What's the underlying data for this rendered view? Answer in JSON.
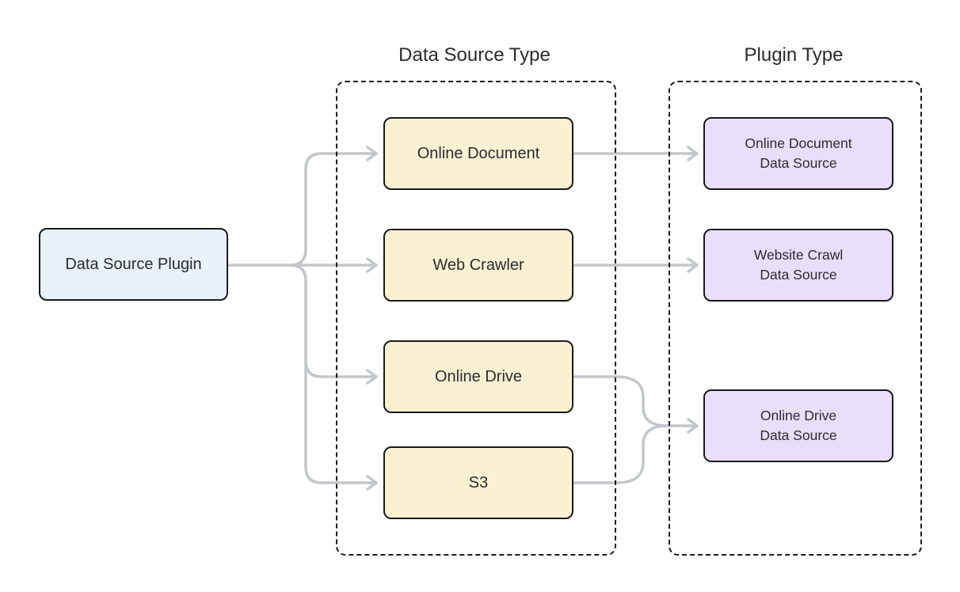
{
  "diagram": {
    "root_node": {
      "label": "Data Source Plugin"
    },
    "groups": {
      "data_source_type": {
        "title": "Data Source Type",
        "nodes": [
          {
            "label": "Online Document"
          },
          {
            "label": "Web Crawler"
          },
          {
            "label": "Online Drive"
          },
          {
            "label": "S3"
          }
        ]
      },
      "plugin_type": {
        "title": "Plugin Type",
        "nodes": [
          {
            "line1": "Online Document",
            "line2": "Data Source"
          },
          {
            "line1": "Website Crawl",
            "line2": "Data Source"
          },
          {
            "line1": "Online Drive",
            "line2": "Data Source"
          }
        ]
      }
    },
    "connections": [
      {
        "from": "Data Source Plugin",
        "to": "Online Document"
      },
      {
        "from": "Data Source Plugin",
        "to": "Web Crawler"
      },
      {
        "from": "Data Source Plugin",
        "to": "Online Drive"
      },
      {
        "from": "Data Source Plugin",
        "to": "S3"
      },
      {
        "from": "Online Document",
        "to": "Online Document Data Source"
      },
      {
        "from": "Web Crawler",
        "to": "Website Crawl Data Source"
      },
      {
        "from": "Online Drive",
        "to": "Online Drive Data Source"
      },
      {
        "from": "S3",
        "to": "Online Drive Data Source"
      }
    ],
    "colors": {
      "root_node_fill": "#e9f1fb",
      "data_source_node_fill": "#faf0d2",
      "plugin_node_fill": "#eadffa",
      "node_border": "#1a1a1e",
      "group_border": "#1b1b1f",
      "edge": "#c3c6cb",
      "text": "#2b2c30",
      "background": "#ffffff"
    }
  }
}
